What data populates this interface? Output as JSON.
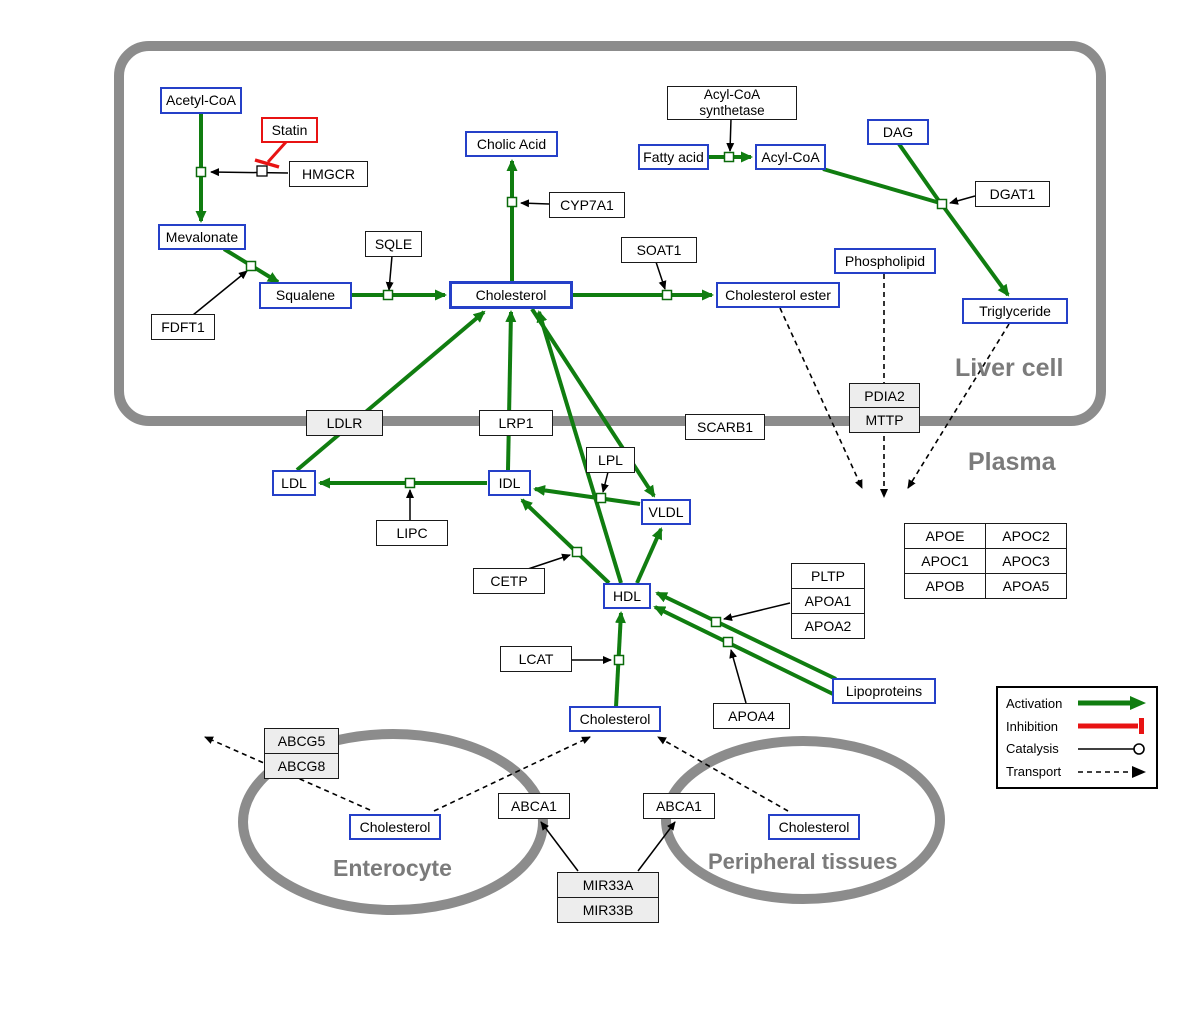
{
  "compartments": {
    "liver": "Liver cell",
    "plasma": "Plasma",
    "enterocyte": "Enterocyte",
    "peripheral": "Peripheral tissues"
  },
  "nodes": {
    "acetyl_coa": "Acetyl-CoA",
    "statin": "Statin",
    "hmgcr": "HMGCR",
    "mevalonate": "Mevalonate",
    "fdft1": "FDFT1",
    "squalene": "Squalene",
    "sqle": "SQLE",
    "cholesterol_liver": "Cholesterol",
    "cholic_acid": "Cholic Acid",
    "cyp7a1": "CYP7A1",
    "soat1": "SOAT1",
    "cholesterol_ester": "Cholesterol ester",
    "fatty_acid": "Fatty acid",
    "acyl_coa": "Acyl-CoA",
    "acyl_coa_synthetase_line1": "Acyl-CoA",
    "acyl_coa_synthetase_line2": "synthetase",
    "dag": "DAG",
    "dgat1": "DGAT1",
    "phospholipid": "Phospholipid",
    "triglyceride": "Triglyceride",
    "pdia2": "PDIA2",
    "mttp": "MTTP",
    "ldlr": "LDLR",
    "lrp1": "LRP1",
    "scarb1": "SCARB1",
    "ldl": "LDL",
    "idl": "IDL",
    "vldl": "VLDL",
    "lpl": "LPL",
    "lipc": "LIPC",
    "cetp": "CETP",
    "hdl": "HDL",
    "lcat": "LCAT",
    "pltp": "PLTP",
    "apoa1": "APOA1",
    "apoa2": "APOA2",
    "apoa4": "APOA4",
    "lipoproteins": "Lipoproteins",
    "cholesterol_plasma": "Cholesterol",
    "abcg5": "ABCG5",
    "abcg8": "ABCG8",
    "abca1_left": "ABCA1",
    "abca1_right": "ABCA1",
    "cholesterol_enterocyte": "Cholesterol",
    "cholesterol_peripheral": "Cholesterol",
    "mir33a": "MIR33A",
    "mir33b": "MIR33B"
  },
  "apo_table": {
    "apoe": "APOE",
    "apoc2": "APOC2",
    "apoc1": "APOC1",
    "apoc3": "APOC3",
    "apob": "APOB",
    "apoa5": "APOA5"
  },
  "legend": {
    "activation": "Activation",
    "inhibition": "Inhibition",
    "catalysis": "Catalysis",
    "transport": "Transport"
  },
  "colors": {
    "activation_green": "#107d10",
    "inhibition_red": "#e81313",
    "metabolite_blue": "#2540c8",
    "membrane_gray": "#8c8c8c"
  }
}
